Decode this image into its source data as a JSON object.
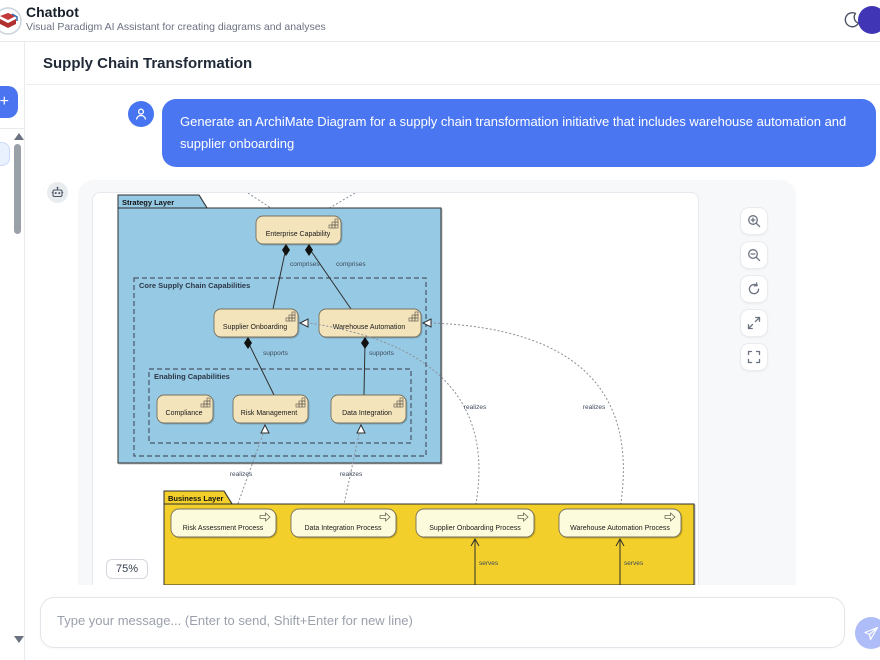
{
  "header": {
    "app_title": "Chatbot",
    "app_subtitle": "Visual Paradigm AI Assistant for creating diagrams and analyses"
  },
  "sidebar": {
    "new_chat_icon": "+"
  },
  "conversation": {
    "title": "Supply Chain Transformation",
    "user_message": "Generate an ArchiMate Diagram for a supply chain transformation initiative that includes warehouse automation and supplier onboarding"
  },
  "viewer": {
    "zoom_level": "75%",
    "controls": [
      "zoom-in",
      "zoom-out",
      "reset-view",
      "expand",
      "fullscreen"
    ]
  },
  "diagram": {
    "layers": {
      "strategy": {
        "label": "Strategy Layer"
      },
      "business": {
        "label": "Business Layer"
      }
    },
    "groups": {
      "core": {
        "label": "Core Supply Chain Capabilities"
      },
      "enabling": {
        "label": "Enabling Capabilities"
      }
    },
    "nodes": {
      "enterprise_capability": "Enterprise Capability",
      "supplier_onboarding": "Supplier Onboarding",
      "warehouse_automation": "Warehouse Automation",
      "compliance": "Compliance",
      "risk_management": "Risk Management",
      "data_integration": "Data Integration"
    },
    "processes": [
      "Risk Assessment Process",
      "Data Integration Process",
      "Supplier Onboarding Process",
      "Warehouse Automation Process"
    ],
    "edge_labels": {
      "comprises": "comprises",
      "supports": "supports",
      "realizes": "realizes",
      "serves": "serves"
    },
    "colors": {
      "strategy_fill": "#96CAE4",
      "business_fill": "#F2CF2A",
      "capability_fill": "#F4E4BC",
      "process_fill": "#FCFCDC",
      "accent": "#4B74F1"
    }
  },
  "composer": {
    "placeholder": "Type your message... (Enter to send, Shift+Enter for new line)"
  }
}
